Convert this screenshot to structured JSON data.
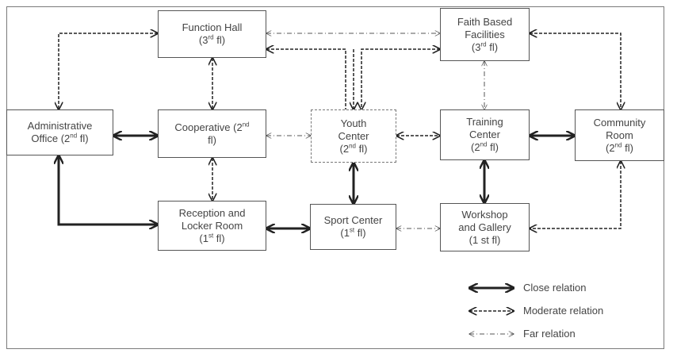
{
  "diagram": {
    "nodes": {
      "function_hall": {
        "line1": "Function Hall",
        "line2_pre": "(3",
        "sup": "rd",
        "line2_post": " fl)"
      },
      "faith_based": {
        "line1": "Faith Based",
        "line1b": "Facilities",
        "line2_pre": "(3",
        "sup": "rd",
        "line2_post": " fl)"
      },
      "administrative": {
        "line1": "Administrative",
        "line2_pre": "Office (2",
        "sup": "nd",
        "line2_post": " fl)"
      },
      "cooperative": {
        "line1_pre": "Cooperative (2",
        "sup": "nd",
        "line2": "fl)"
      },
      "youth_center": {
        "line1": "Youth",
        "line1b": "Center",
        "line2_pre": "(2",
        "sup": "nd",
        "line2_post": " fl)"
      },
      "training_center": {
        "line1": "Training",
        "line1b": "Center",
        "line2_pre": "(2",
        "sup": "nd",
        "line2_post": " fl)"
      },
      "community_room": {
        "line1": "Community",
        "line1b": "Room",
        "line2_pre": "(2",
        "sup": "nd",
        "line2_post": " fl)"
      },
      "reception": {
        "line1": "Reception and",
        "line1b": "Locker Room",
        "line2_pre": "(1",
        "sup": "st",
        "line2_post": " fl)"
      },
      "sport_center": {
        "line1": "Sport Center",
        "line2_pre": "(1",
        "sup": "st",
        "line2_post": " fl)"
      },
      "workshop": {
        "line1": "Workshop",
        "line1b": "and Gallery",
        "line2": "(1 st fl)"
      }
    },
    "legend": {
      "close": "Close relation",
      "moderate": "Moderate relation",
      "far": "Far relation"
    },
    "colors": {
      "line": "#222222",
      "border": "#555555",
      "text": "#444444"
    }
  }
}
